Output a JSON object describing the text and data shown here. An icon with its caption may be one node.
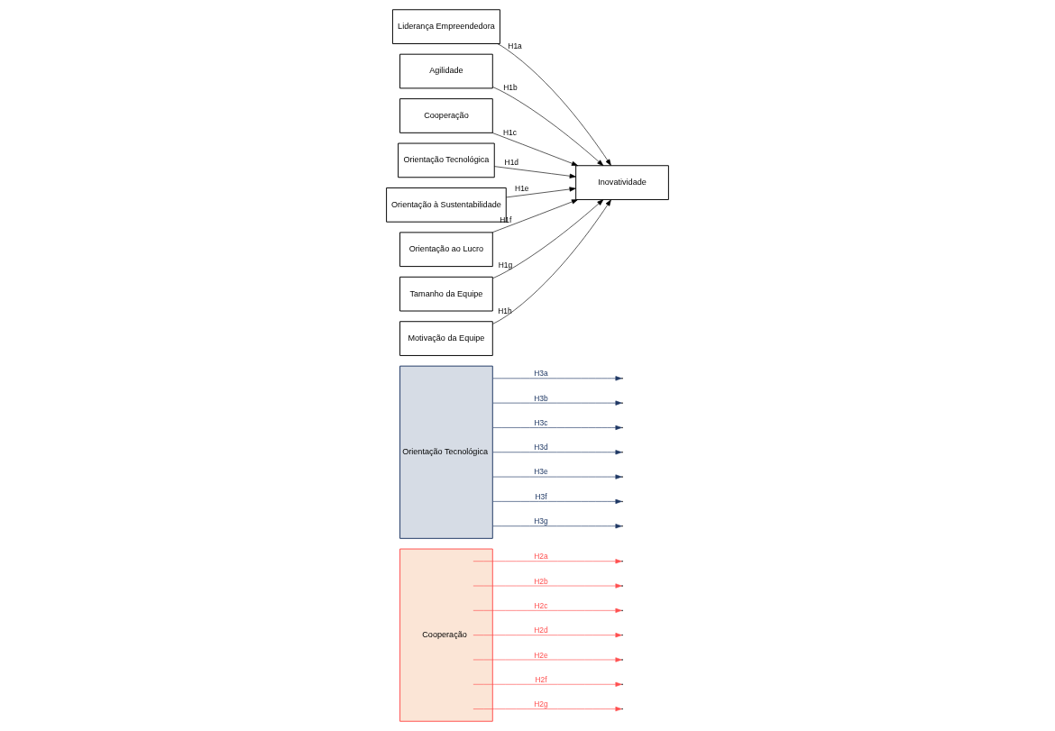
{
  "diagram": {
    "nodes": [
      {
        "text": [
          "Cooperação"
        ]
      },
      {
        "text": [
          "Orientação Tecnológica"
        ]
      },
      {
        "text": [
          "Liderança Empreendedora"
        ]
      },
      {
        "text": [
          "Agilidade"
        ]
      },
      {
        "text": [
          "Cooperação"
        ]
      },
      {
        "text": [
          "Orientação Tecnológica"
        ]
      },
      {
        "text": [
          "Orientação à Sustentabilidade"
        ]
      },
      {
        "text": [
          "Orientação ao Lucro"
        ]
      },
      {
        "text": [
          "Tamanho da Equipe"
        ]
      },
      {
        "text": [
          "Motivação da Equipe"
        ]
      },
      {
        "text": [
          "Inovatividade"
        ]
      }
    ],
    "edges": [
      {
        "from": 2,
        "to": 10,
        "arrow": "to",
        "label": "H1a"
      },
      {
        "from": 3,
        "to": 10,
        "arrow": "to",
        "label": "H1b"
      },
      {
        "from": 4,
        "to": 10,
        "arrow": "to",
        "label": "H1c"
      },
      {
        "from": 5,
        "to": 10,
        "arrow": "to",
        "label": "H1d"
      },
      {
        "from": 6,
        "to": 10,
        "arrow": "to",
        "label": "H1e"
      },
      {
        "from": 7,
        "to": 10,
        "arrow": "to",
        "label": "H1f"
      },
      {
        "from": 8,
        "to": 10,
        "arrow": "to",
        "label": "H1g"
      },
      {
        "from": 9,
        "to": 10,
        "arrow": "to",
        "label": "H1h"
      },
      {
        "from": 0,
        "to": null,
        "arrow": "to",
        "label": "H2a",
        "color": "#ff5050"
      },
      {
        "from": 0,
        "to": null,
        "arrow": "to",
        "label": "H2b",
        "color": "#ff5050"
      },
      {
        "from": 0,
        "to": null,
        "arrow": "to",
        "label": "H2c",
        "color": "#ff5050"
      },
      {
        "from": 0,
        "to": null,
        "arrow": "to",
        "label": "H2d",
        "color": "#ff5050"
      },
      {
        "from": 0,
        "to": null,
        "arrow": "to",
        "label": "H2e",
        "color": "#ff5050"
      },
      {
        "from": 0,
        "to": null,
        "arrow": "to",
        "label": "H2f",
        "color": "#ff5050"
      },
      {
        "from": 0,
        "to": null,
        "arrow": "to",
        "label": "H2g",
        "color": "#ff5050"
      },
      {
        "from": 1,
        "to": null,
        "arrow": "to",
        "label": "H3a",
        "color": "#1f3864"
      },
      {
        "from": 1,
        "to": null,
        "arrow": "to",
        "label": "H3b",
        "color": "#1f3864"
      },
      {
        "from": 1,
        "to": null,
        "arrow": "to",
        "label": "H3c",
        "color": "#1f3864"
      },
      {
        "from": 1,
        "to": null,
        "arrow": "to",
        "label": "H3d",
        "color": "#1f3864"
      },
      {
        "from": 1,
        "to": null,
        "arrow": "to",
        "label": "H3e",
        "color": "#1f3864"
      },
      {
        "from": 1,
        "to": null,
        "arrow": "to",
        "label": "H3f",
        "color": "#1f3864"
      },
      {
        "from": 1,
        "to": null,
        "arrow": "to",
        "label": "H3g",
        "color": "#1f3864"
      }
    ]
  }
}
